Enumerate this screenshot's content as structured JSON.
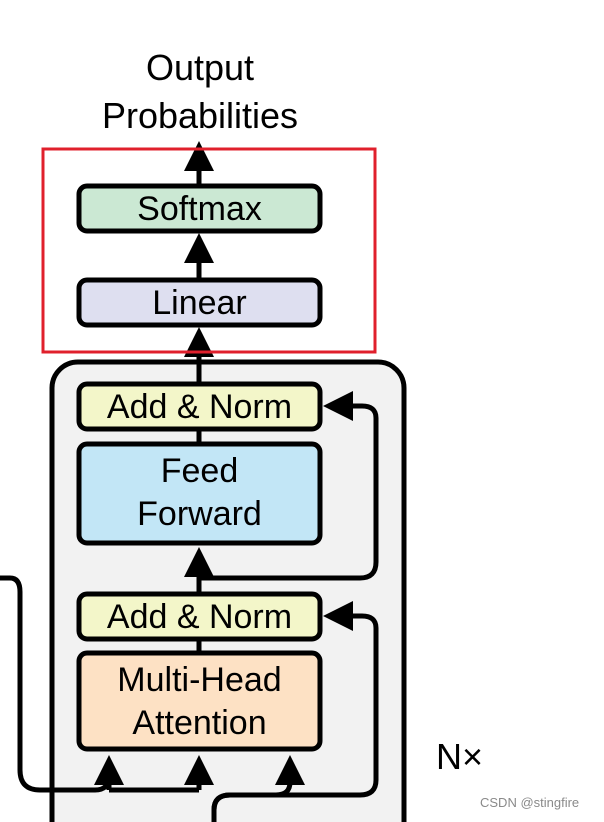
{
  "diagram": {
    "output_label_line1": "Output",
    "output_label_line2": "Probabilities",
    "softmax_label": "Softmax",
    "linear_label": "Linear",
    "add_norm_top_label": "Add & Norm",
    "feed_forward_line1": "Feed",
    "feed_forward_line2": "Forward",
    "add_norm_bottom_label": "Add & Norm",
    "attention_line1": "Multi-Head",
    "attention_line2": "Attention",
    "repeat_label": "N×"
  },
  "watermark": {
    "text": "CSDN @stingfire"
  },
  "colors": {
    "highlight_border": "#e0202c",
    "softmax_fill": "#cbe8d3",
    "linear_fill": "#dedff0",
    "add_norm_fill": "#f3f6c9",
    "feed_forward_fill": "#c2e6f6",
    "attention_fill": "#fde1c4",
    "decoder_block_fill": "#f2f2f2",
    "stroke": "#000000"
  }
}
